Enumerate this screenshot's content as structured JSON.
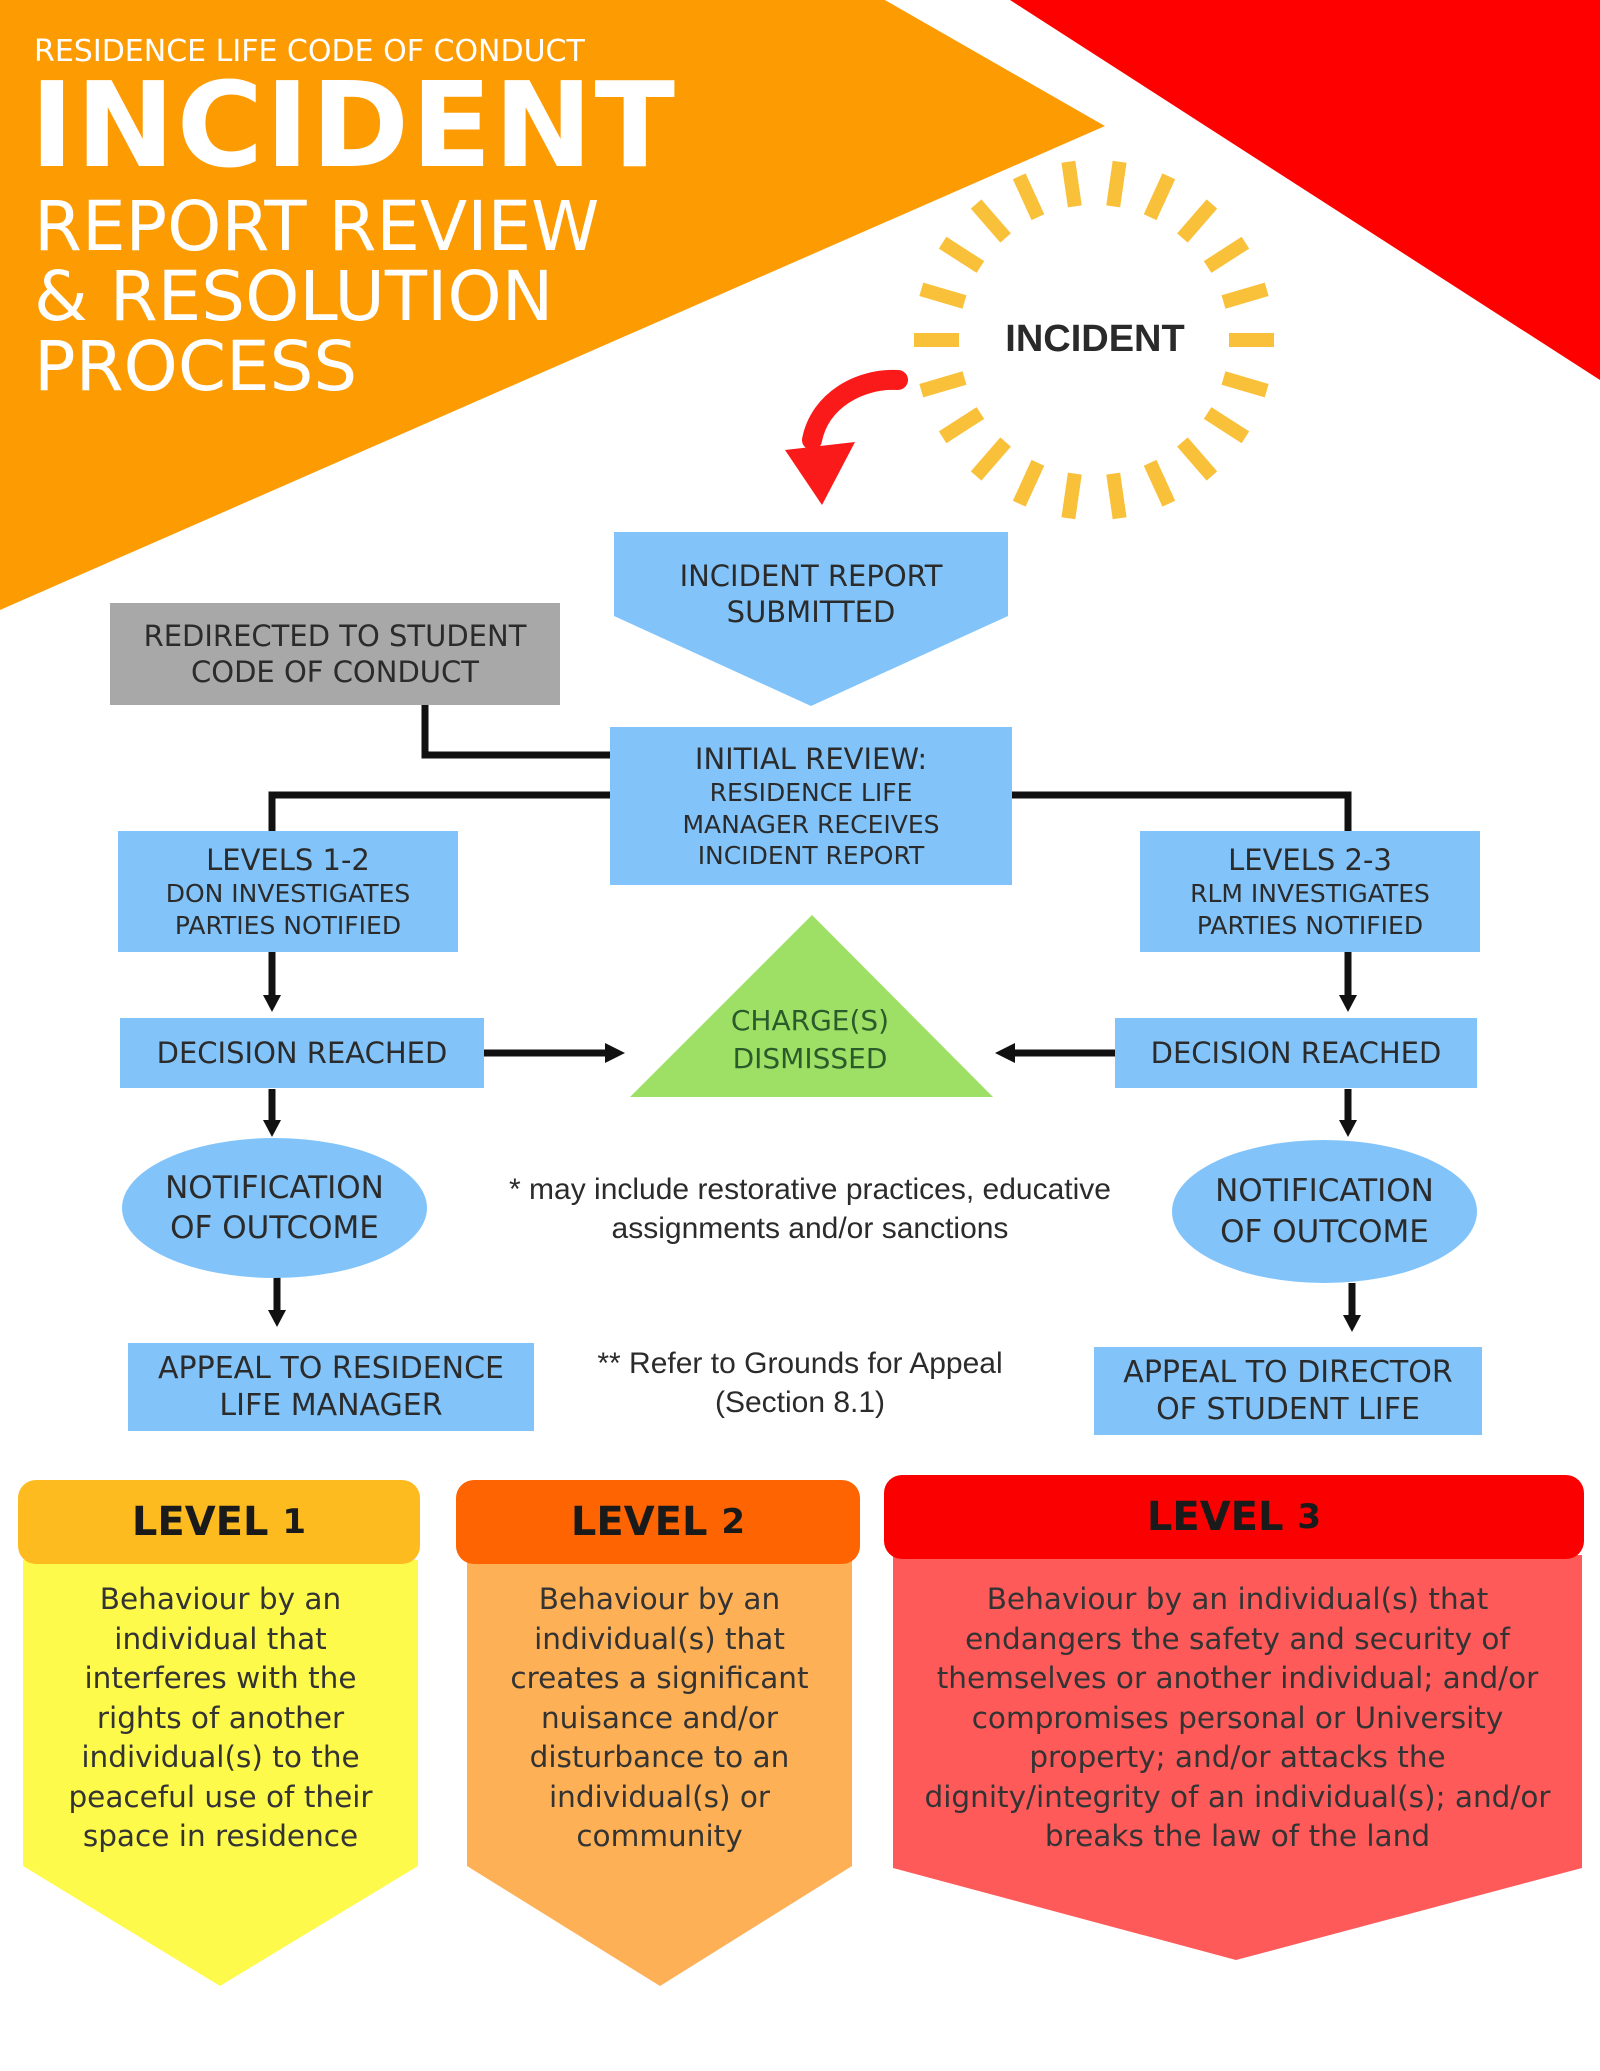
{
  "header": {
    "kicker": "RESIDENCE LIFE CODE OF CONDUCT",
    "title": "INCIDENT",
    "subtitle_lines": [
      "REPORT REVIEW",
      "& RESOLUTION",
      "PROCESS"
    ]
  },
  "burst": {
    "label": "INCIDENT"
  },
  "flow": {
    "report": {
      "line1": "INCIDENT REPORT",
      "line2": "SUBMITTED"
    },
    "redirect": {
      "line1": "REDIRECTED TO STUDENT",
      "line2": "CODE OF CONDUCT"
    },
    "initial_review": {
      "line1": "INITIAL REVIEW:",
      "line2": "RESIDENCE LIFE",
      "line3": "MANAGER RECEIVES",
      "line4": "INCIDENT REPORT"
    },
    "left_branch": {
      "levels": {
        "line1": "LEVELS 1-2",
        "line2": "DON INVESTIGATES",
        "line3": "PARTIES NOTIFIED"
      },
      "decision": "DECISION REACHED",
      "notification": {
        "line1": "NOTIFICATION",
        "line2": "OF OUTCOME"
      },
      "appeal": {
        "line1": "APPEAL TO RESIDENCE",
        "line2": "LIFE MANAGER"
      }
    },
    "right_branch": {
      "levels": {
        "line1": "LEVELS 2-3",
        "line2": "RLM INVESTIGATES",
        "line3": "PARTIES NOTIFIED"
      },
      "decision": "DECISION REACHED",
      "notification": {
        "line1": "NOTIFICATION",
        "line2": "OF OUTCOME"
      },
      "appeal": {
        "line1": "APPEAL TO DIRECTOR",
        "line2": "OF STUDENT LIFE"
      }
    },
    "dismissed": {
      "line1": "CHARGE(S)",
      "line2": "DISMISSED"
    },
    "note1": {
      "line1": "* may include restorative practices, educative",
      "line2": "assignments and/or sanctions"
    },
    "note2": {
      "line1": "** Refer to Grounds for Appeal",
      "line2": "(Section 8.1)"
    }
  },
  "levels": [
    {
      "label": "LEVEL",
      "number": "1",
      "lines": [
        "Behaviour by an",
        "individual that",
        "interferes with the",
        "rights of another",
        "individual(s) to the",
        "peaceful use of their",
        "space in residence"
      ]
    },
    {
      "label": "LEVEL",
      "number": "2",
      "lines": [
        "Behaviour by an",
        "individual(s) that",
        "creates a significant",
        "nuisance and/or",
        "disturbance to an",
        "individual(s) or",
        "community"
      ]
    },
    {
      "label": "LEVEL",
      "number": "3",
      "lines": [
        "Behaviour by an individual(s) that",
        "endangers the safety and security of",
        "themselves or another individual; and/or",
        "compromises personal or University",
        "property; and/or attacks the",
        "dignity/integrity of an individual(s); and/or",
        "breaks the law of the land"
      ]
    }
  ],
  "colors": {
    "orange": "#fd9b03",
    "red": "#fe0000",
    "blue": "#82c4fa",
    "gray": "#a8a8a8",
    "green": "#9ee066",
    "level1_head": "#fdbb20",
    "level1_body": "#fefa4c",
    "level2_head": "#fe6401",
    "level2_body": "#fdb056",
    "level3_head": "#fb0000",
    "level3_body": "#fe5a5a",
    "burst": "#f9c13a"
  }
}
